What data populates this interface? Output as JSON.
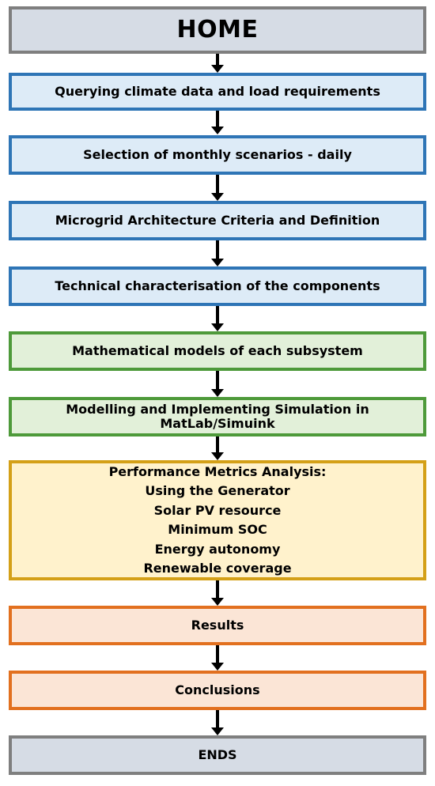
{
  "steps": {
    "home": "HOME",
    "querying": "Querying climate data and load requirements",
    "selection": "Selection of monthly scenarios - daily",
    "architecture": "Microgrid Architecture Criteria and Definition",
    "technical": "Technical characterisation of the components",
    "mathematical": "Mathematical models of each subsystem",
    "modelling": "Modelling and Implementing Simulation in MatLab/Simuink",
    "metrics": {
      "title": "Performance Metrics Analysis:",
      "items": [
        "Using the Generator",
        "Solar PV resource",
        "Minimum SOC",
        "Energy autonomy",
        "Renewable coverage"
      ]
    },
    "results": "Results",
    "conclusions": "Conclusions",
    "ends": "ENDS"
  },
  "colors": {
    "gray_fill": "#d6dce5",
    "gray_border": "#7f7f7f",
    "blue_fill": "#ddebf7",
    "blue_border": "#2e75b6",
    "green_fill": "#e2f0d9",
    "green_border": "#4e9a3a",
    "gold_fill": "#fff2cc",
    "gold_border": "#d4a017",
    "orange_fill": "#fbe5d6",
    "orange_border": "#e2701f",
    "arrow": "#000000"
  }
}
